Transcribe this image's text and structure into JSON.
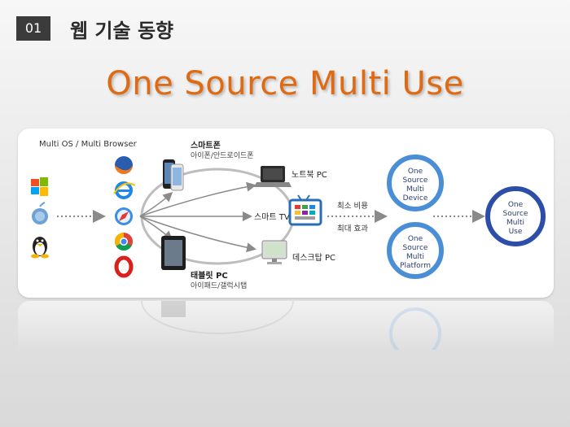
{
  "header": {
    "number": "01",
    "title": "웹 기술 동향"
  },
  "headline": "One Source Multi Use",
  "diagram": {
    "os_label": "Multi OS / Multi Browser",
    "smartphone": {
      "title": "스마트폰",
      "subtitle": "아이폰/안드로이드폰"
    },
    "tablet": {
      "title": "태블릿 PC",
      "subtitle": "아이패드/갤럭시탭"
    },
    "laptop": "노트북 PC",
    "tv": "스마트 TV",
    "desktop": "데스크탑 PC",
    "benefit1": "최소 비용",
    "benefit2": "최대 효과",
    "circle_device": [
      "One",
      "Source",
      "Multi",
      "Device"
    ],
    "circle_platform": [
      "One",
      "Source",
      "Multi",
      "Platform"
    ],
    "circle_use": [
      "One",
      "Source",
      "Multi",
      "Use"
    ],
    "colors": {
      "accent_orange": "#e06a12",
      "circle_blue": "#4a8fd6",
      "circle_dark_blue": "#2c4ea8",
      "arrow_gray": "#8a8a8a"
    }
  }
}
